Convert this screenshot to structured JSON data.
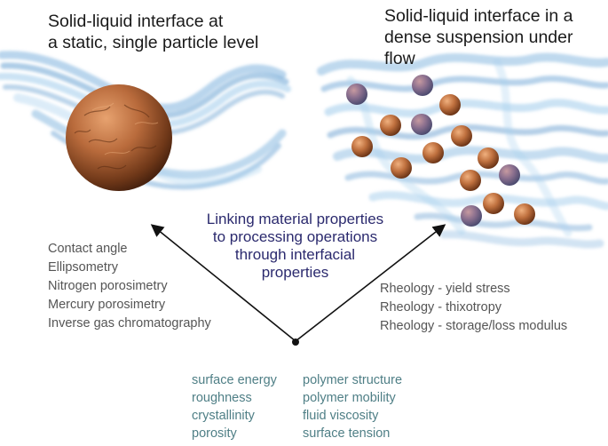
{
  "left_panel": {
    "title_lines": [
      "Solid-liquid interface at",
      "a static, single particle level"
    ],
    "methods": [
      "Contact angle",
      "Ellipsometry",
      "Nitrogen porosimetry",
      "Mercury porosimetry",
      "Inverse gas chromatography"
    ]
  },
  "right_panel": {
    "title_lines": [
      "Solid-liquid interface in a",
      "dense suspension under",
      "flow"
    ],
    "methods": [
      "Rheology - yield stress",
      "Rheology - thixotropy",
      "Rheology - storage/loss modulus"
    ]
  },
  "center": {
    "caption_lines": [
      "Linking material properties",
      "to processing operations",
      "through interfacial",
      "properties"
    ]
  },
  "properties": {
    "column_1": [
      "surface energy",
      "roughness",
      "crystallinity",
      "porosity"
    ],
    "column_2": [
      "polymer structure",
      "polymer mobility",
      "fluid viscosity",
      "surface tension"
    ]
  },
  "colors": {
    "fluid": "#6aa6d6",
    "particle": "#b86a3a",
    "caption": "#2b2a6e",
    "properties_text": "#4f7f86",
    "methods_text": "#555555"
  }
}
